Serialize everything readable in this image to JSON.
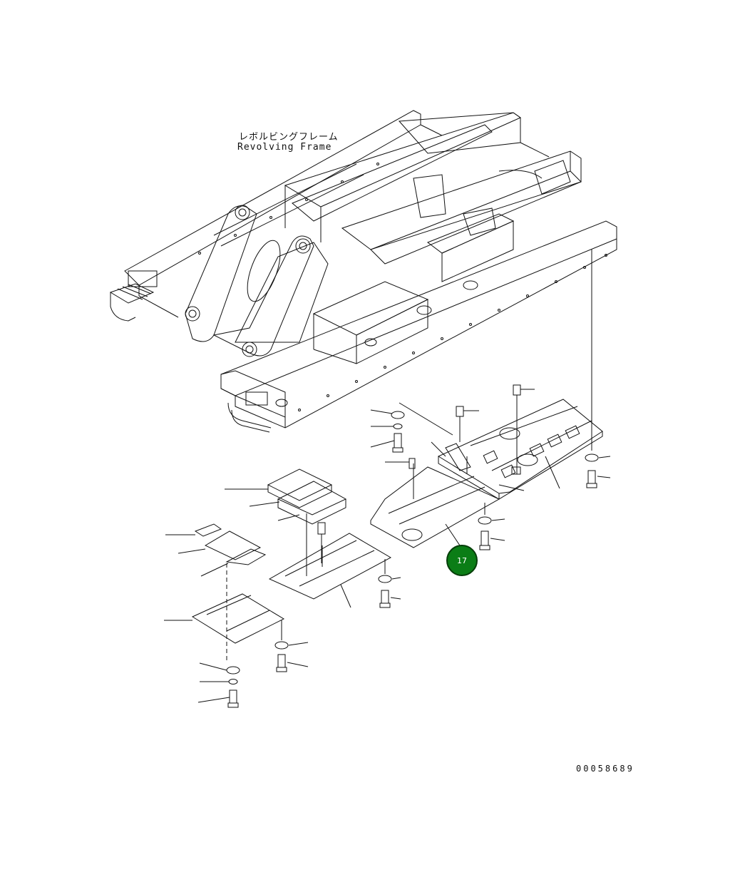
{
  "diagram": {
    "title_jp": "レボルビングフレーム",
    "title_en": "Revolving Frame",
    "drawing_number": "00058689",
    "callouts": [
      {
        "number": "17"
      }
    ],
    "colors": {
      "line": "#111111",
      "callout_fill": "#0b7d16",
      "callout_text": "#ffffff"
    }
  }
}
